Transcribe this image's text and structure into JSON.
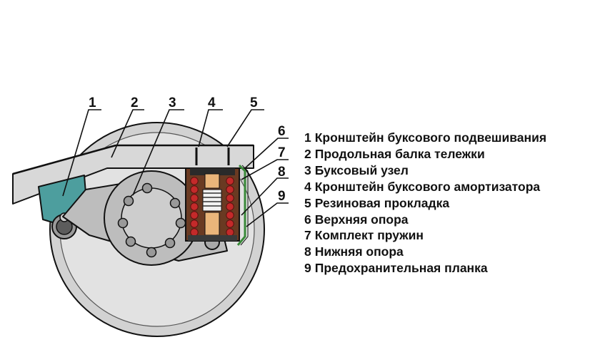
{
  "colors": {
    "frame": "#d9d9d9",
    "wheel": "#d4d4d4",
    "bracket": "#4d9e9e",
    "spring": "#c42a2a",
    "rubber": "#e9b178",
    "plate": "#3a8a3a",
    "outline": "#111111"
  },
  "callouts": [
    "1",
    "2",
    "3",
    "4",
    "5",
    "6",
    "7",
    "8",
    "9"
  ],
  "legend": [
    {
      "num": "1",
      "text": "Кронштейн буксового подвешивания"
    },
    {
      "num": "2",
      "text": "Продольная балка тележки"
    },
    {
      "num": "3",
      "text": "Буксовый узел"
    },
    {
      "num": "4",
      "text": "Кронштейн буксового амортизатора"
    },
    {
      "num": "5",
      "text": "Резиновая прокладка"
    },
    {
      "num": "6",
      "text": "Верхняя опора"
    },
    {
      "num": "7",
      "text": "Комплект пружин"
    },
    {
      "num": "8",
      "text": "Нижняя опора"
    },
    {
      "num": "9",
      "text": "Предохранительная планка"
    }
  ]
}
